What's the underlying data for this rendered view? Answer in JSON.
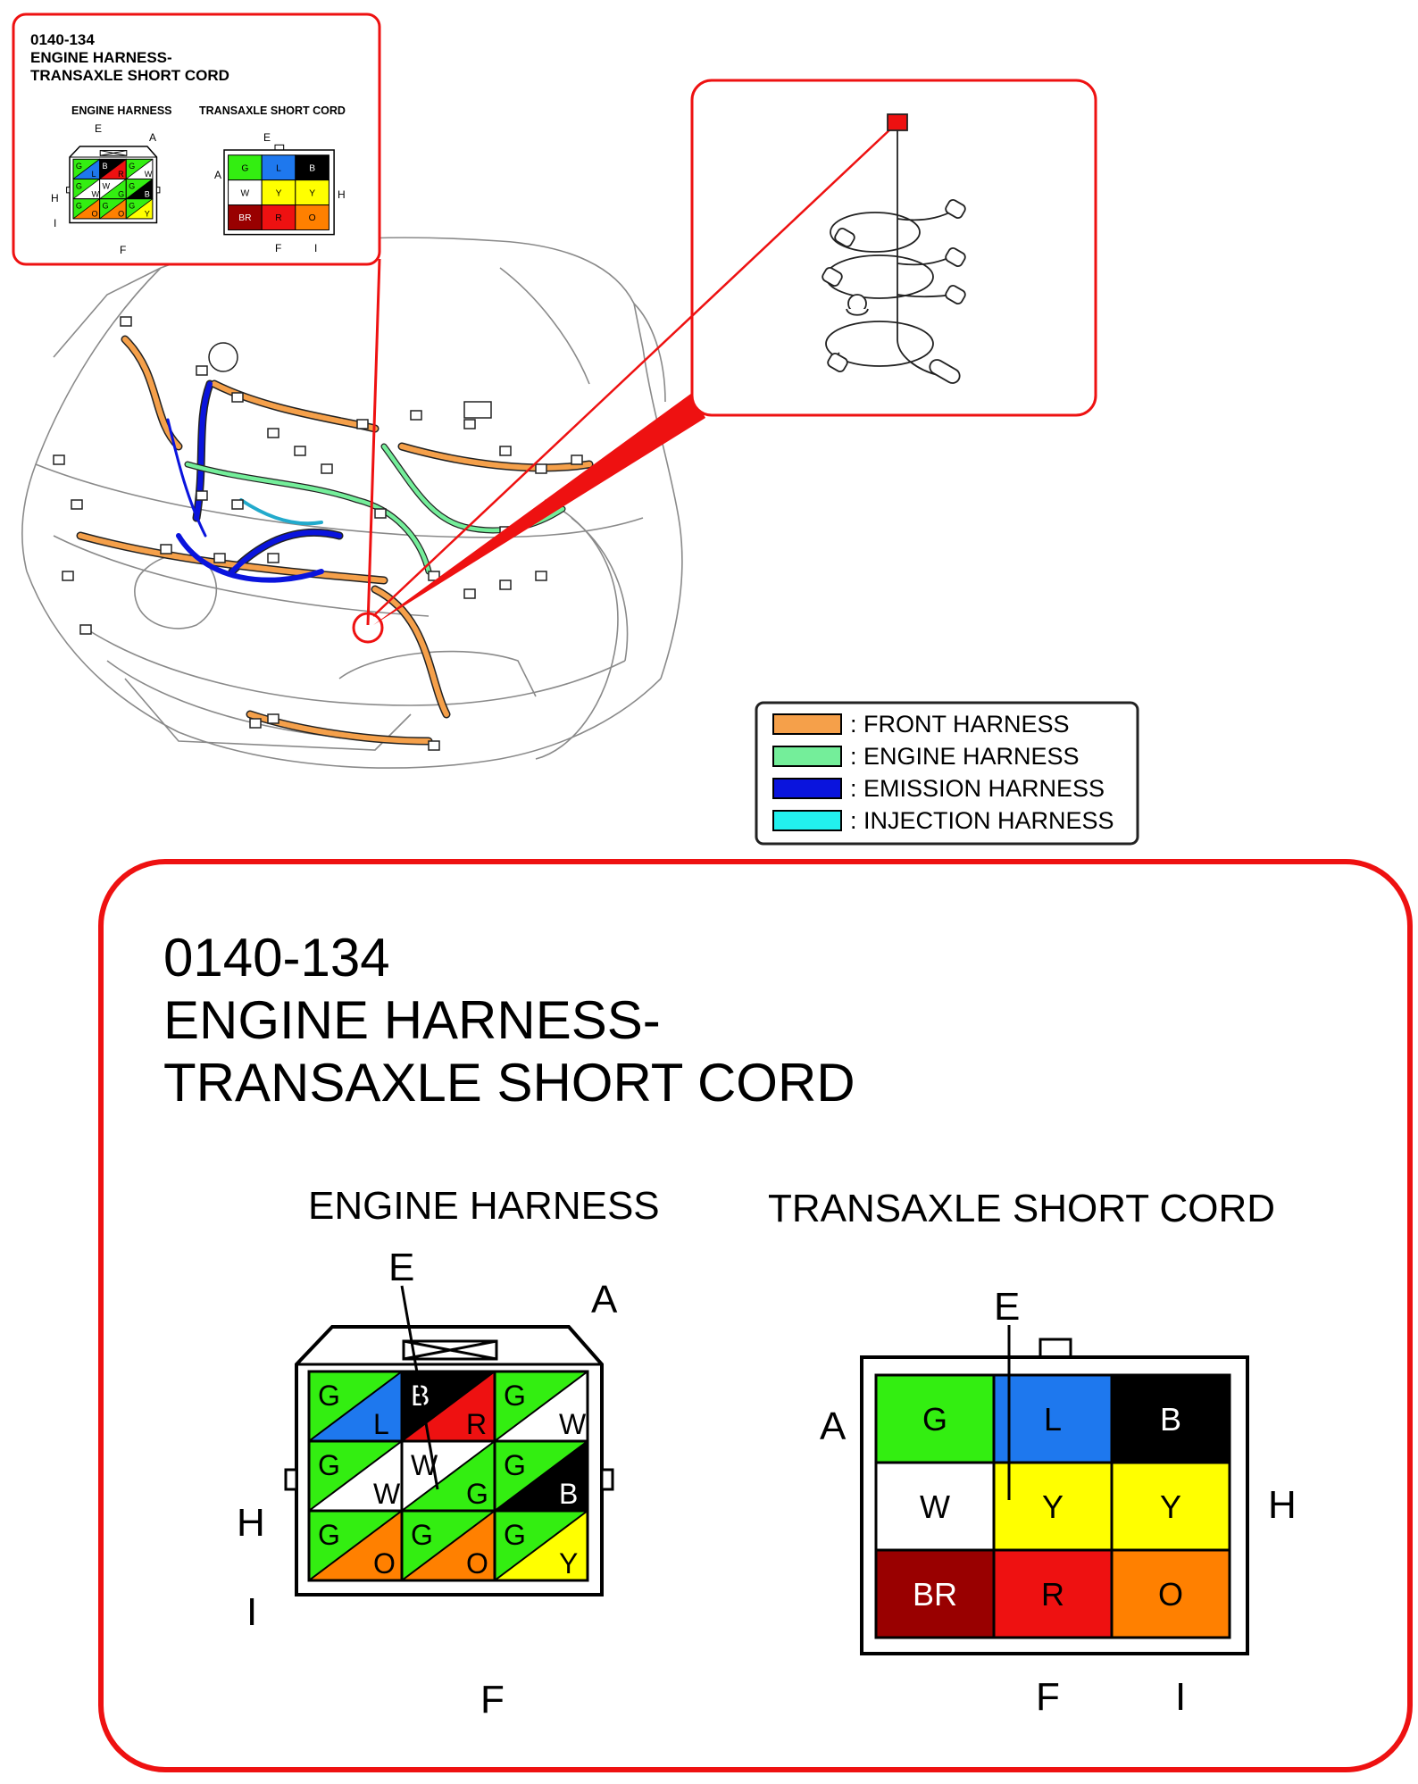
{
  "connector": {
    "code": "0140-134",
    "title_line1": "ENGINE HARNESS-",
    "title_line2": "TRANSAXLE SHORT CORD",
    "engine_label": "ENGINE HARNESS",
    "transaxle_label": "TRANSAXLE SHORT CORD",
    "engine_terminals": [
      {
        "top": "G",
        "bottom": "L",
        "top_color": "#33ee11",
        "bottom_color": "#1e78ee",
        "top_text": "#000",
        "bottom_text": "#000"
      },
      {
        "top": "B",
        "bottom": "R",
        "top_color": "#000000",
        "bottom_color": "#ee1111",
        "top_text": "#fff",
        "bottom_text": "#000"
      },
      {
        "top": "G",
        "bottom": "W",
        "top_color": "#33ee11",
        "bottom_color": "#ffffff",
        "top_text": "#000",
        "bottom_text": "#000"
      },
      {
        "top": "G",
        "bottom": "W",
        "top_color": "#33ee11",
        "bottom_color": "#ffffff",
        "top_text": "#000",
        "bottom_text": "#000"
      },
      {
        "top": "W",
        "bottom": "G",
        "top_color": "#ffffff",
        "bottom_color": "#33ee11",
        "top_text": "#000",
        "bottom_text": "#000"
      },
      {
        "top": "G",
        "bottom": "B",
        "top_color": "#33ee11",
        "bottom_color": "#000000",
        "top_text": "#000",
        "bottom_text": "#fff"
      },
      {
        "top": "G",
        "bottom": "O",
        "top_color": "#33ee11",
        "bottom_color": "#ff8000",
        "top_text": "#000",
        "bottom_text": "#000"
      },
      {
        "top": "G",
        "bottom": "O",
        "top_color": "#33ee11",
        "bottom_color": "#ff8000",
        "top_text": "#000",
        "bottom_text": "#000"
      },
      {
        "top": "G",
        "bottom": "Y",
        "top_color": "#33ee11",
        "bottom_color": "#ffff00",
        "top_text": "#000",
        "bottom_text": "#000"
      }
    ],
    "transaxle_terminals": [
      {
        "label": "G",
        "color": "#33ee11",
        "text": "#000"
      },
      {
        "label": "L",
        "color": "#1e78ee",
        "text": "#000"
      },
      {
        "label": "B",
        "color": "#000000",
        "text": "#fff"
      },
      {
        "label": "W",
        "color": "#ffffff",
        "text": "#000"
      },
      {
        "label": "Y",
        "color": "#ffff00",
        "text": "#000"
      },
      {
        "label": "Y",
        "color": "#ffff00",
        "text": "#000"
      },
      {
        "label": "BR",
        "color": "#990000",
        "text": "#fff"
      },
      {
        "label": "R",
        "color": "#ee1111",
        "text": "#000"
      },
      {
        "label": "O",
        "color": "#ff8000",
        "text": "#000"
      }
    ],
    "pin_labels": {
      "a": "A",
      "e": "E",
      "f": "F",
      "h": "H",
      "i": "I"
    }
  },
  "legend": [
    {
      "label": ": FRONT HARNESS",
      "color": "#f5a04a"
    },
    {
      "label": ": ENGINE HARNESS",
      "color": "#74ee9a"
    },
    {
      "label": ": EMISSION HARNESS",
      "color": "#0a14dd"
    },
    {
      "label": ": INJECTION HARNESS",
      "color": "#22f0ee"
    }
  ],
  "colors": {
    "callout_red": "#ee1111"
  }
}
